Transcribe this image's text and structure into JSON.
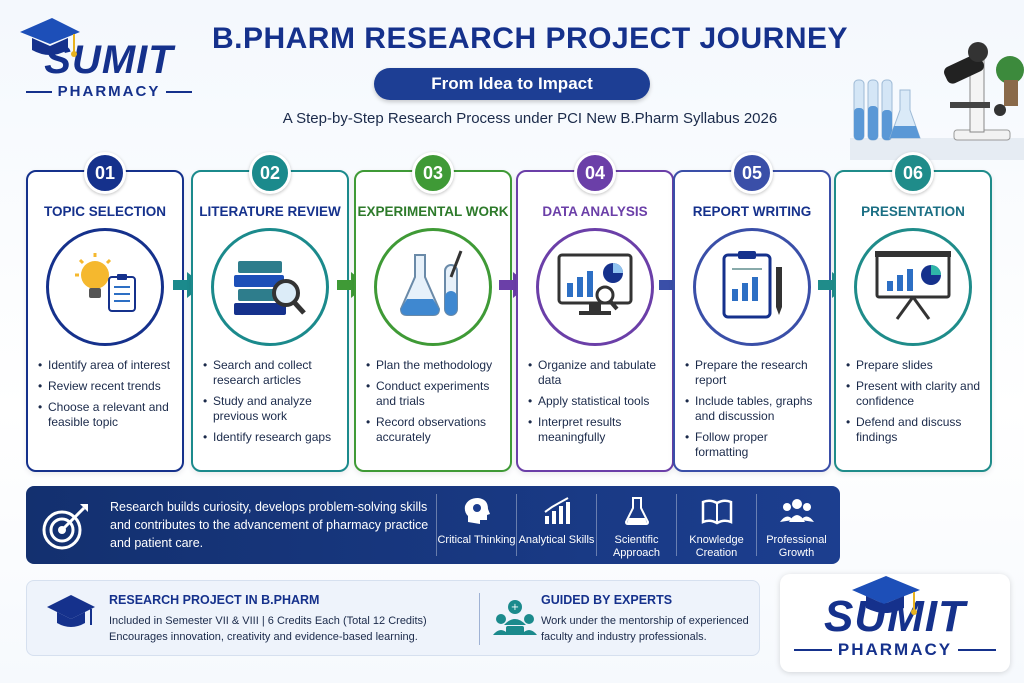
{
  "logo": {
    "brand": "SUMIT",
    "sub": "PHARMACY"
  },
  "header": {
    "title": "B.PHARM RESEARCH PROJECT JOURNEY",
    "tagline": "From Idea to Impact",
    "subtitle": "A Step-by-Step Research Process under PCI New B.Pharm Syllabus 2026"
  },
  "colors": {
    "navy": "#15318c",
    "teal": "#1b8a8c",
    "green": "#3f9a36",
    "purple": "#6b3fa8",
    "indigo": "#3a4fa8",
    "teal2": "#1f8c8a"
  },
  "steps": [
    {
      "num": "01",
      "title": "TOPIC SELECTION",
      "icon": "lightbulb-icon",
      "bullets": [
        "Identify area of interest",
        "Review recent trends",
        "Choose a relevant and feasible topic"
      ]
    },
    {
      "num": "02",
      "title": "LITERATURE REVIEW",
      "icon": "books-magnifier-icon",
      "bullets": [
        "Search and collect research articles",
        "Study and analyze previous work",
        "Identify research gaps"
      ]
    },
    {
      "num": "03",
      "title": "EXPERIMENTAL WORK",
      "icon": "flasks-icon",
      "bullets": [
        "Plan the methodology",
        "Conduct experiments and trials",
        "Record observations accurately"
      ]
    },
    {
      "num": "04",
      "title": "DATA ANALYSIS",
      "icon": "monitor-chart-icon",
      "bullets": [
        "Organize and tabulate data",
        "Apply statistical tools",
        "Interpret results meaningfully"
      ]
    },
    {
      "num": "05",
      "title": "REPORT WRITING",
      "icon": "clipboard-report-icon",
      "bullets": [
        "Prepare the research report",
        "Include tables, graphs and discussion",
        "Follow proper formatting"
      ]
    },
    {
      "num": "06",
      "title": "PRESENTATION",
      "icon": "presentation-board-icon",
      "bullets": [
        "Prepare slides",
        "Present with clarity and confidence",
        "Defend and discuss findings"
      ]
    }
  ],
  "banner": {
    "message": "Research builds curiosity, develops problem-solving skills and contributes to the advancement of pharmacy practice and patient care.",
    "skills": [
      {
        "label": "Critical Thinking",
        "icon": "head-gears-icon"
      },
      {
        "label": "Analytical Skills",
        "icon": "growth-chart-icon"
      },
      {
        "label": "Scientific Approach",
        "icon": "flask-icon"
      },
      {
        "label": "Knowledge Creation",
        "icon": "open-book-icon"
      },
      {
        "label": "Professional Growth",
        "icon": "team-icon"
      }
    ]
  },
  "info": {
    "research_heading": "RESEARCH PROJECT IN B.PHARM",
    "research_line1": "Included in Semester VII & VIII | 6 Credits Each (Total 12 Credits)",
    "research_line2": "Encourages innovation, creativity and evidence-based learning.",
    "guided_heading": "GUIDED BY EXPERTS",
    "guided_line1": "Work under the mentorship of experienced",
    "guided_line2": "faculty and industry professionals."
  }
}
